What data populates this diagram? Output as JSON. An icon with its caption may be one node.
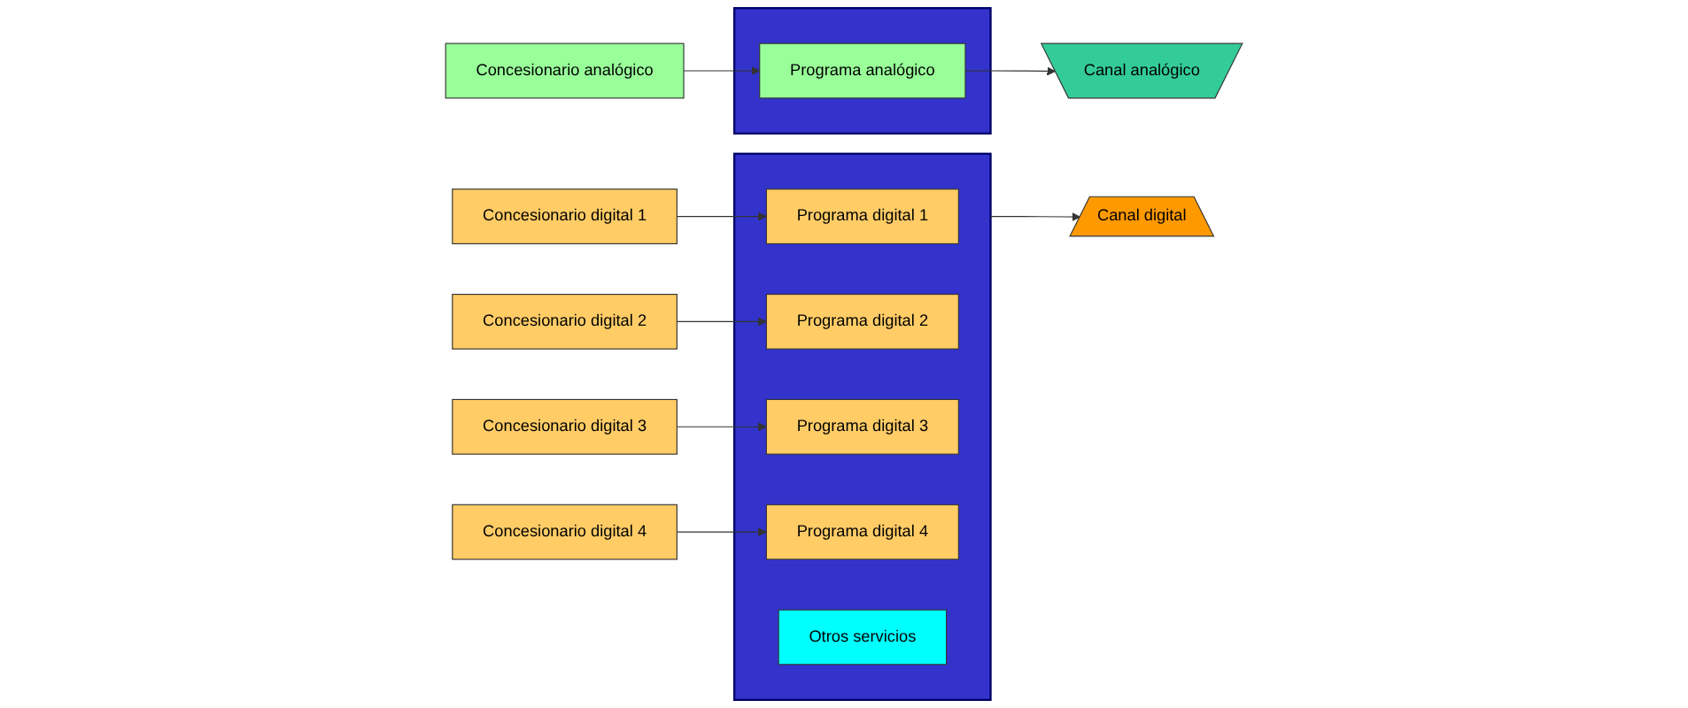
{
  "diagram": {
    "nodes": [
      {
        "text": [
          "Concesionario analógico"
        ]
      },
      {
        "text": [],
        "shape": "box"
      },
      {
        "text": [
          "Programa analógico"
        ],
        "in": 1
      },
      {
        "text": [
          "Concesionario digital 1"
        ]
      },
      {
        "text": [
          "Concesionario digital 2"
        ]
      },
      {
        "text": [
          "Concesionario digital 3"
        ]
      },
      {
        "text": [
          "Concesionario digital 4"
        ]
      },
      {
        "text": [],
        "shape": "box"
      },
      {
        "text": [
          "Programa digital 1"
        ],
        "in": 7
      },
      {
        "text": [
          "Programa digital 2"
        ],
        "in": 7
      },
      {
        "text": [
          "Programa digital 3"
        ],
        "in": 7
      },
      {
        "text": [
          "Programa digital 4"
        ],
        "in": 7
      },
      {
        "text": [
          "Otros servicios"
        ],
        "in": 7
      },
      {
        "text": [
          "Canal analógico"
        ]
      },
      {
        "text": [
          "Canal digital"
        ]
      }
    ],
    "edges": [
      {
        "from": 0,
        "to": 2,
        "arrow": "to"
      },
      {
        "from": 3,
        "to": 8,
        "arrow": "to"
      },
      {
        "from": 4,
        "to": 9,
        "arrow": "to"
      },
      {
        "from": 5,
        "to": 10,
        "arrow": "to"
      },
      {
        "from": 6,
        "to": 11,
        "arrow": "to"
      },
      {
        "from": 2,
        "to": 13,
        "arrow": "to"
      },
      {
        "from": 7,
        "to": 14,
        "arrow": "to"
      }
    ]
  }
}
